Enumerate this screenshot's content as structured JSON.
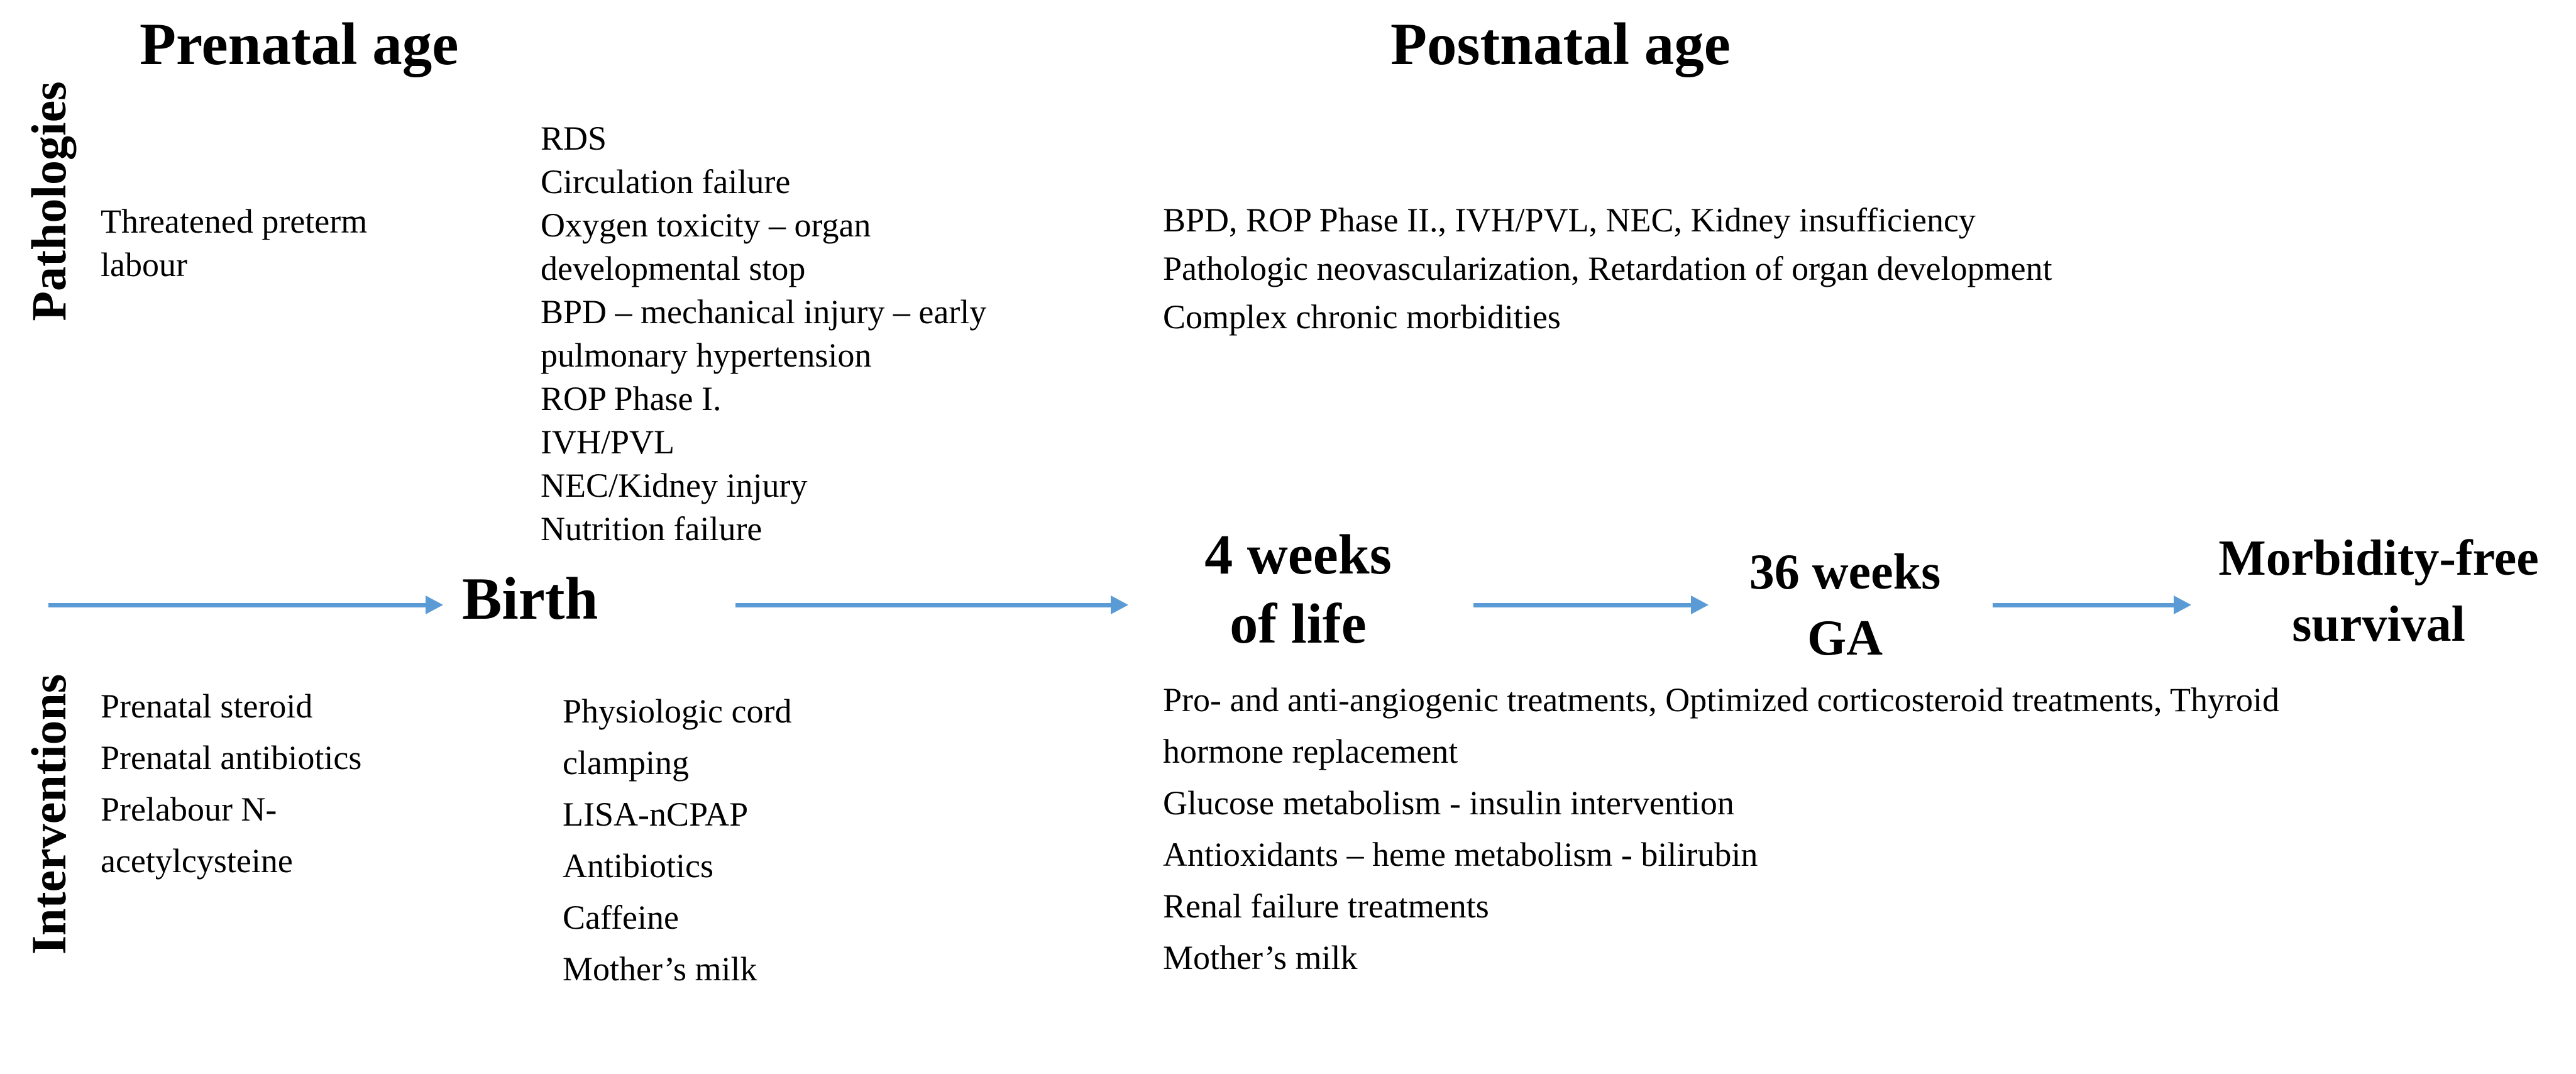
{
  "headers": {
    "prenatal": "Prenatal age",
    "postnatal": "Postnatal age"
  },
  "row_labels": {
    "pathologies": "Pathologies",
    "interventions": "Interventions"
  },
  "pathologies": {
    "prenatal": {
      "lines": [
        "Threatened preterm",
        "labour"
      ]
    },
    "birth_period": {
      "lines": [
        "RDS",
        "Circulation failure",
        "Oxygen toxicity – organ",
        "developmental stop",
        "BPD – mechanical injury – early",
        "pulmonary hypertension",
        "ROP Phase I.",
        "IVH/PVL",
        "NEC/Kidney injury",
        "Nutrition failure"
      ]
    },
    "postnatal": {
      "lines": [
        "BPD, ROP Phase II., IVH/PVL, NEC, Kidney insufficiency",
        "Pathologic neovascularization, Retardation of organ development",
        "Complex chronic morbidities"
      ]
    }
  },
  "timeline": {
    "arrow_color": "#5b9bd5",
    "milestones": [
      {
        "id": "birth",
        "label_lines": [
          "Birth"
        ]
      },
      {
        "id": "4-weeks-of-life",
        "label_lines": [
          "4 weeks",
          "of life"
        ]
      },
      {
        "id": "36-weeks-ga",
        "label_lines": [
          "36 weeks",
          "GA"
        ]
      },
      {
        "id": "morbidity-free-survival",
        "label_lines": [
          "Morbidity-free",
          "survival"
        ]
      }
    ]
  },
  "interventions": {
    "prenatal": {
      "lines": [
        "Prenatal steroid",
        "Prenatal antibiotics",
        "Prelabour N-",
        "acetylcysteine"
      ]
    },
    "birth_period": {
      "lines": [
        "Physiologic cord",
        "clamping",
        "LISA-nCPAP",
        "Antibiotics",
        "Caffeine",
        "Mother’s milk"
      ]
    },
    "postnatal": {
      "lines": [
        "Pro- and anti-angiogenic treatments, Optimized corticosteroid treatments, Thyroid",
        "hormone replacement",
        "Glucose metabolism - insulin intervention",
        "Antioxidants – heme metabolism - bilirubin",
        "Renal failure treatments",
        "Mother’s milk"
      ]
    }
  }
}
